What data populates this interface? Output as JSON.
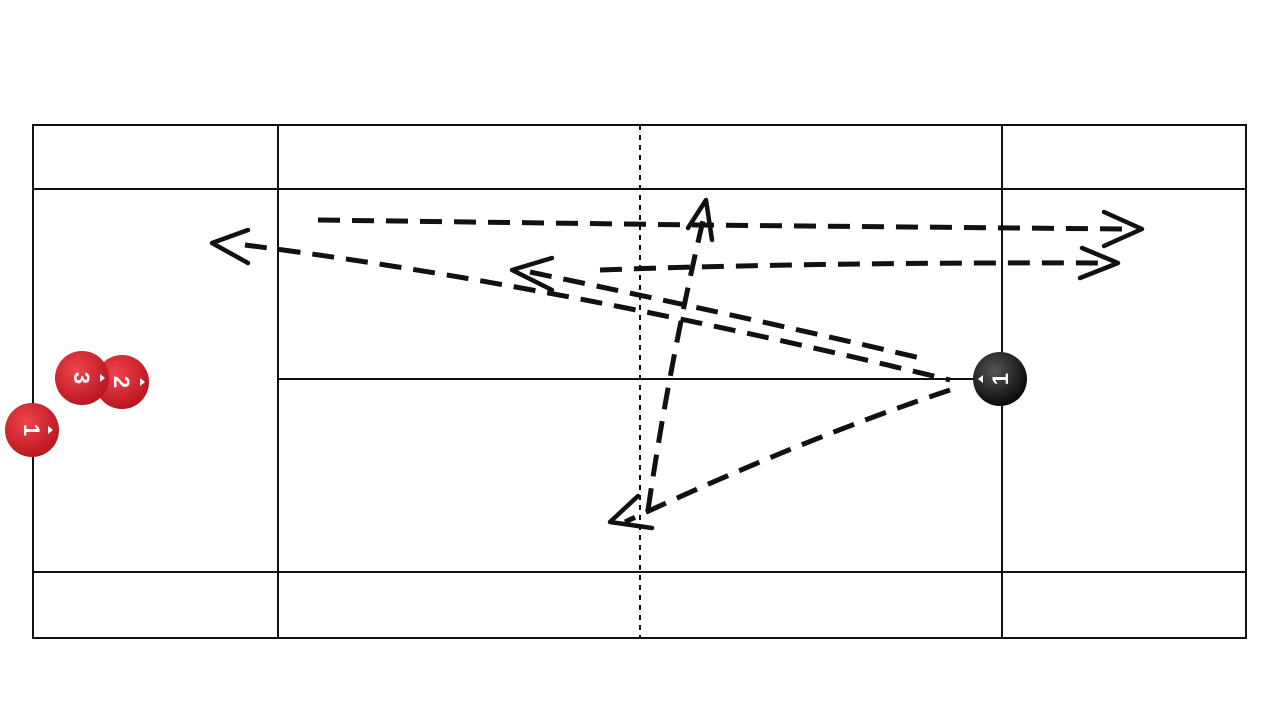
{
  "colors": {
    "background": "#ffffff",
    "lines": "#111111",
    "team_red": "#d0202a",
    "team_black": "#141414",
    "label": "#ffffff"
  },
  "court": {
    "net_style": "dotted",
    "shot_path_style": "dashed",
    "shot_count": 6
  },
  "players": {
    "red_1": {
      "label": "1",
      "team": "red"
    },
    "red_2": {
      "label": "2",
      "team": "red"
    },
    "red_3": {
      "label": "3",
      "team": "red"
    },
    "black_1": {
      "label": "1",
      "team": "black"
    }
  }
}
